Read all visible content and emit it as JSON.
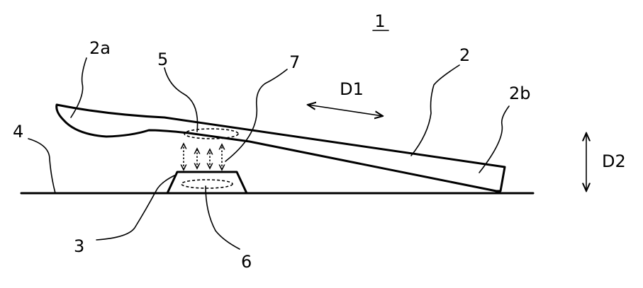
{
  "figure": {
    "number": "1",
    "labels": {
      "spoon": "2",
      "spoon_tip": "2a",
      "spoon_end": "2b",
      "base": "3",
      "surface": "4",
      "coil_spoon": "5",
      "coil_base": "6",
      "transmission": "7",
      "direction_1": "D1",
      "direction_2": "D2"
    }
  }
}
